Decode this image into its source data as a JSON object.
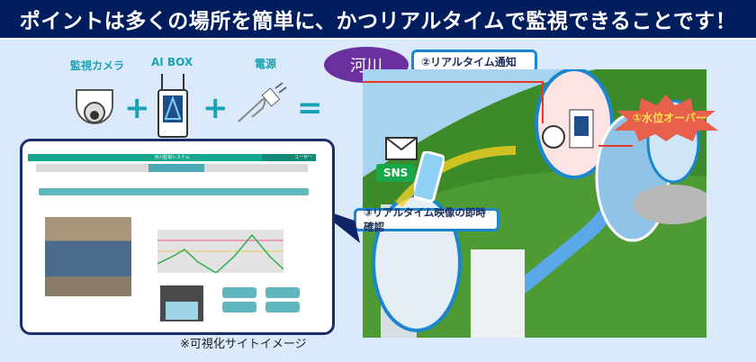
{
  "header": {
    "title": "ポイントは多くの場所を簡単に、かつリアルタイムで監視できることです！"
  },
  "components": [
    {
      "label": "監視カメラ",
      "icon": "camera-icon"
    },
    {
      "label": "AI BOX",
      "icon": "ai-box-icon"
    },
    {
      "label": "電源",
      "icon": "power-plug-icon"
    }
  ],
  "operators": {
    "plus": "+",
    "equals": "="
  },
  "scene": {
    "location_badge": "河川",
    "step1": "①水位オーバー",
    "step2": "②リアルタイム通知",
    "step3": "③リアルタイム映像の即時確認",
    "sns": "SNS"
  },
  "inset": {
    "system_title": "河川監視システム",
    "user": "ユーザー",
    "caption": "※可視化サイトイメージ"
  },
  "colors": {
    "header": "#001d5e",
    "badge": "#6b2fa0",
    "accent": "#1aa3b5",
    "alert": "#e8604c",
    "callout_border": "#1a86d0"
  }
}
